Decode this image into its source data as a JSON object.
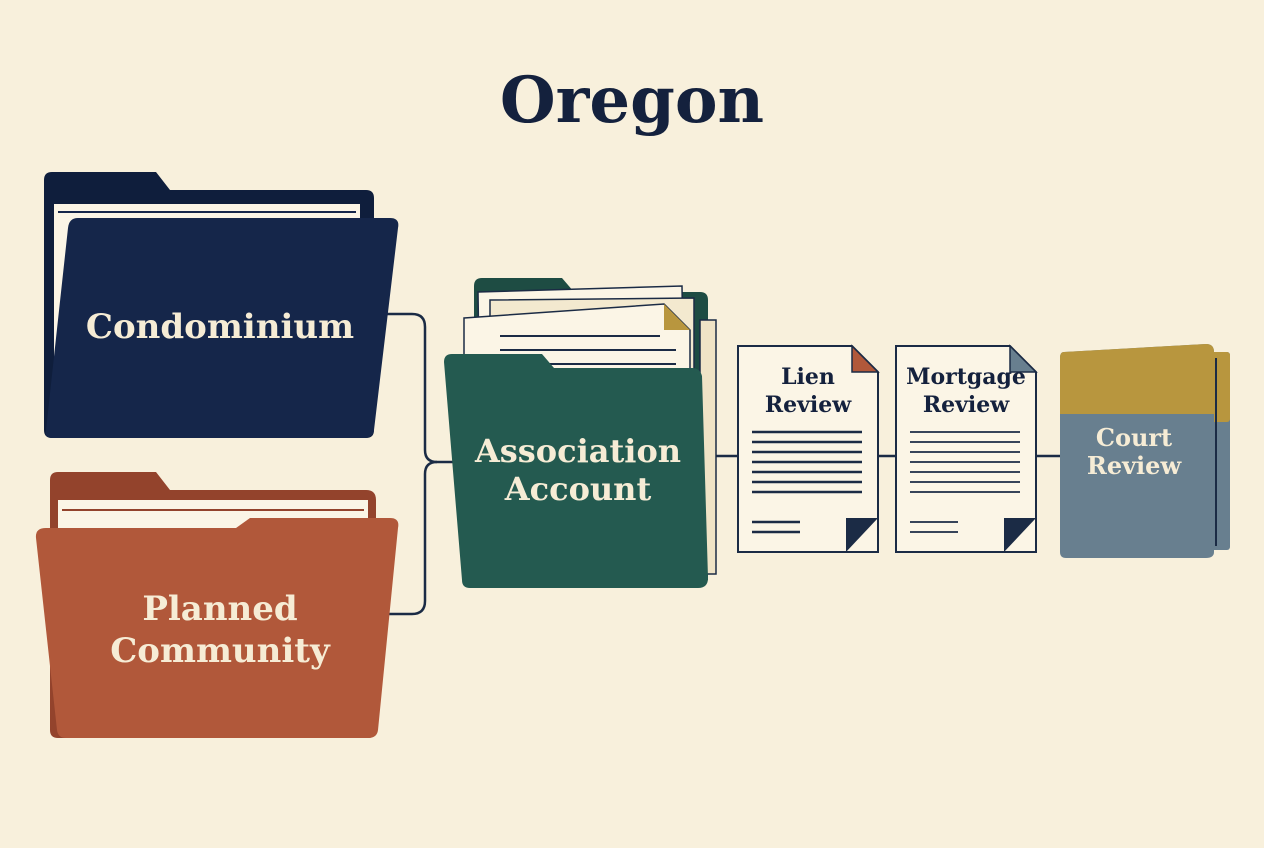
{
  "title": "Oregon",
  "colors": {
    "background": "#f8f0dc",
    "navy": "#15264a",
    "navy_tab": "#0f1e3c",
    "rust": "#b1583a",
    "rust_tab": "#93432c",
    "teal": "#245a50",
    "teal_tab": "#1e4c43",
    "gold": "#b8963e",
    "slate": "#687f8f",
    "paper": "#fbf5e6",
    "ink": "#14213d",
    "label_light": "#f6ecd5"
  },
  "nodes": {
    "condominium": {
      "label": "Condominium",
      "icon": "folder-icon"
    },
    "planned_community": {
      "label_line1": "Planned",
      "label_line2": "Community",
      "icon": "folder-icon"
    },
    "association_account": {
      "label_line1": "Association",
      "label_line2": "Account",
      "icon": "folder-with-documents-icon"
    },
    "lien_review": {
      "label_line1": "Lien",
      "label_line2": "Review",
      "icon": "document-icon"
    },
    "mortgage_review": {
      "label_line1": "Mortgage",
      "label_line2": "Review",
      "icon": "document-icon"
    },
    "court_review": {
      "label_line1": "Court",
      "label_line2": "Review",
      "icon": "folder-icon"
    }
  },
  "edges": [
    {
      "from": "Condominium",
      "to": "Association Account"
    },
    {
      "from": "Planned Community",
      "to": "Association Account"
    },
    {
      "from": "Association Account",
      "to": "Lien Review"
    },
    {
      "from": "Lien Review",
      "to": "Mortgage Review"
    },
    {
      "from": "Mortgage Review",
      "to": "Court Review"
    }
  ]
}
